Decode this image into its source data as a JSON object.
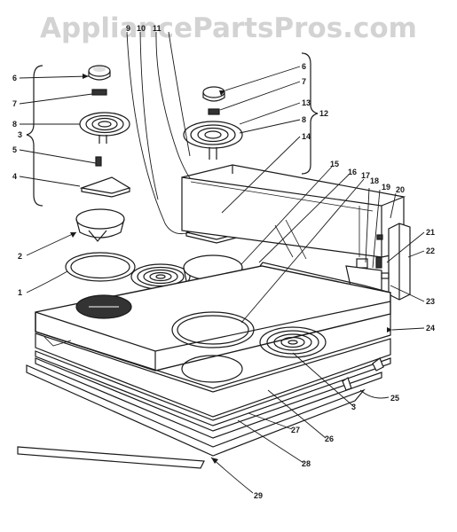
{
  "watermark": "AppliancePartsPros.com",
  "colors": {
    "line": "#1a1a1a",
    "watermark": "#d3d3d3",
    "paper": "#ffffff"
  },
  "callouts": {
    "left_group": [
      "6",
      "7",
      "8",
      "5",
      "4"
    ],
    "left_brace": "3",
    "right_group": [
      "6",
      "7",
      "13",
      "8",
      "14"
    ],
    "right_brace": "12",
    "top": [
      "9",
      "10",
      "11"
    ],
    "right_side": [
      "15",
      "16",
      "17",
      "18",
      "19",
      "20",
      "21",
      "22",
      "23",
      "24",
      "25"
    ],
    "lower": [
      "3",
      "26",
      "27",
      "28",
      "29"
    ],
    "left_side": [
      "2",
      "1"
    ]
  }
}
